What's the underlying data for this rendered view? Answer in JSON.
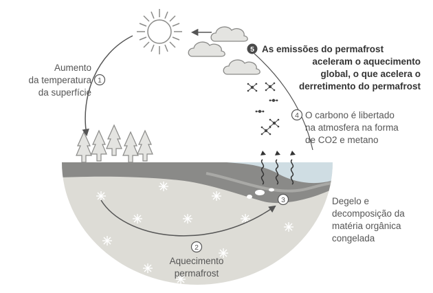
{
  "colors": {
    "arrow": "#555555",
    "permafrost_fill": "#dddcd6",
    "top_soil": "#8a8a88",
    "water": "#cfdde3",
    "tree": "#e4e4e1",
    "marker_dark": "#4a4a4a"
  },
  "icons": [
    "sun-icon",
    "cloud-icon",
    "tree-icon",
    "molecule-icon",
    "heat-wave-icon",
    "snowflake-icon"
  ],
  "steps": [
    {
      "number": "1",
      "lines": [
        "Aumento",
        "da temperatura",
        "da superfície"
      ]
    },
    {
      "number": "2",
      "lines": [
        "Aquecimento",
        "permafrost"
      ]
    },
    {
      "number": "3",
      "lines": [
        "Degelo e",
        "decomposição da",
        "matéria orgânica",
        "congelada"
      ]
    },
    {
      "number": "4",
      "lines": [
        "O carbono é libertado",
        "na atmosfera na forma",
        "de CO2 e metano"
      ]
    },
    {
      "number": "5",
      "lines": [
        "As emissões do permafrost",
        "aceleram o aquecimento",
        "global, o que acelera o",
        "derretimento do permafrost"
      ]
    }
  ]
}
